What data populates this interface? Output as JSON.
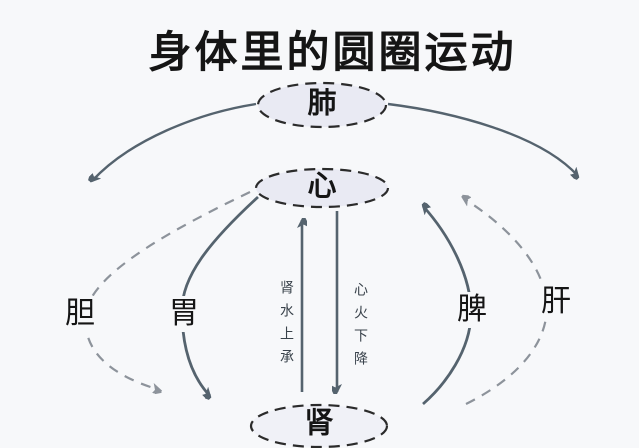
{
  "title": "身体里的圆圈运动",
  "nodes": {
    "lung": {
      "label": "肺"
    },
    "heart": {
      "label": "心"
    },
    "kidney": {
      "label": "肾"
    }
  },
  "side_labels": {
    "gallbladder": "胆",
    "stomach": "胃",
    "spleen": "脾",
    "liver": "肝"
  },
  "flow_labels": {
    "kidney_water_rises": "肾水上承",
    "heart_fire_descends": "心火下降"
  },
  "colors": {
    "bg": "#f7f8fa",
    "ink": "#151515",
    "node_stroke": "#2b2b2b",
    "node_fill": "#e9eaf3",
    "kidney_fill": "#f0f1f7",
    "solid_arrow": "#55636e",
    "dashed_arrow": "#8d939b",
    "flow_text": "#39424b"
  }
}
